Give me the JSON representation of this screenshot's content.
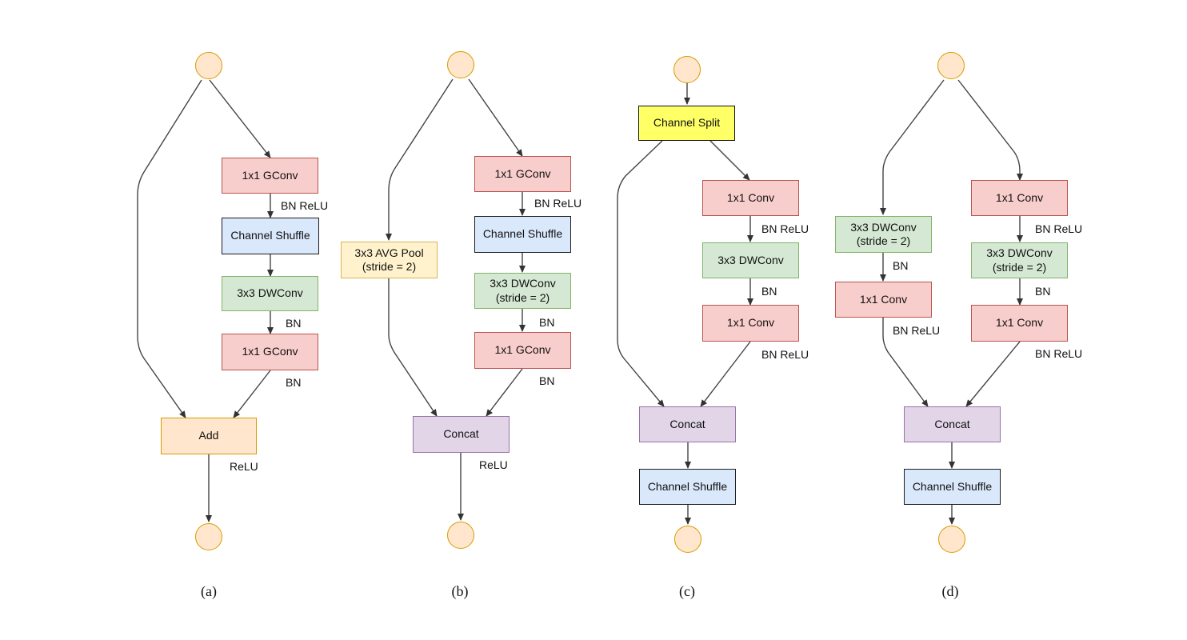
{
  "diagrams": {
    "a": {
      "caption": "(a)",
      "gconv1": "1x1 GConv",
      "bn_relu_1": "BN ReLU",
      "shuffle": "Channel Shuffle",
      "dwconv": "3x3 DWConv",
      "bn_1": "BN",
      "gconv2": "1x1 GConv",
      "bn_2": "BN",
      "add": "Add",
      "relu": "ReLU"
    },
    "b": {
      "caption": "(b)",
      "avgpool": "3x3 AVG Pool\n(stride = 2)",
      "gconv1": "1x1 GConv",
      "bn_relu_1": "BN ReLU",
      "shuffle": "Channel Shuffle",
      "dwconv": "3x3 DWConv\n(stride = 2)",
      "bn_1": "BN",
      "gconv2": "1x1 GConv",
      "bn_2": "BN",
      "concat": "Concat",
      "relu": "ReLU"
    },
    "c": {
      "caption": "(c)",
      "split": "Channel Split",
      "conv1": "1x1 Conv",
      "bn_relu_1": "BN ReLU",
      "dwconv": "3x3 DWConv",
      "bn_1": "BN",
      "conv2": "1x1 Conv",
      "bn_relu_2": "BN ReLU",
      "concat": "Concat",
      "shuffle": "Channel Shuffle"
    },
    "d": {
      "caption": "(d)",
      "left_dwconv": "3x3 DWConv\n(stride = 2)",
      "left_bn": "BN",
      "left_conv": "1x1 Conv",
      "left_bn_relu": "BN ReLU",
      "conv1": "1x1 Conv",
      "bn_relu_1": "BN ReLU",
      "dwconv": "3x3 DWConv\n(stride = 2)",
      "bn_1": "BN",
      "conv2": "1x1 Conv",
      "bn_relu_2": "BN ReLU",
      "concat": "Concat",
      "shuffle": "Channel Shuffle"
    }
  },
  "colors": {
    "gconv": "#f8cecc",
    "shuffle": "#dae8fc",
    "dwconv": "#d5e8d4",
    "add": "#ffe6cc",
    "concat": "#e1d5e7",
    "avgpool": "#fff2cc",
    "split": "#ffff66",
    "node": "#ffe6cc",
    "edge": "#444444"
  }
}
